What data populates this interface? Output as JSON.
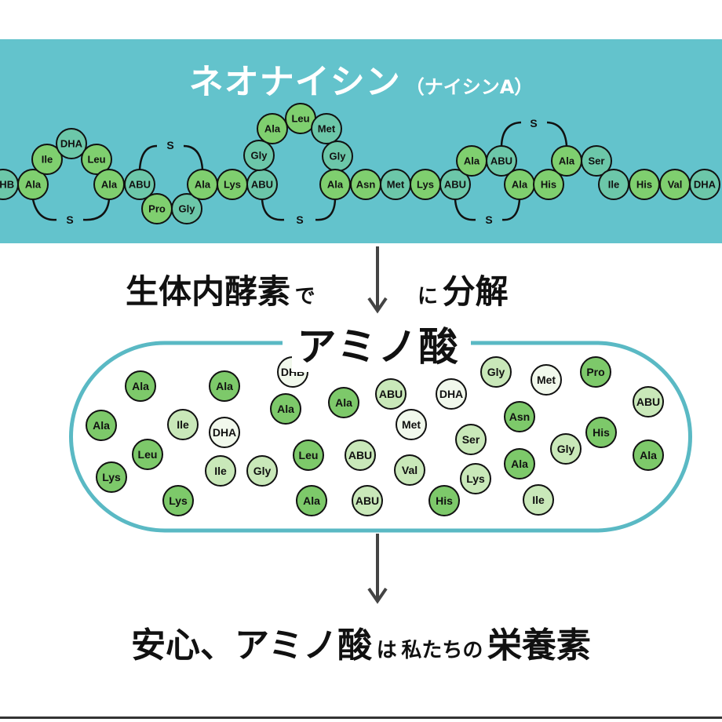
{
  "colors": {
    "band": "#63c3cc",
    "chain_green": "#7fcf6f",
    "chain_teal": "#6cc7a9",
    "free_dark": "#7dc96a",
    "free_light": "#c9e8b9",
    "free_pale": "#f1f8ec",
    "capsule_outline": "#5ab9c4",
    "arrow": "#444444"
  },
  "header": {
    "title": "ネオナイシン",
    "subtitle": "（ナイシンA）"
  },
  "peptide_chain": {
    "bridge_label": "S",
    "residues": [
      {
        "name": "DHB",
        "type": "teal"
      },
      {
        "name": "Ala",
        "type": "green"
      },
      {
        "name": "Ile",
        "type": "green"
      },
      {
        "name": "DHA",
        "type": "teal"
      },
      {
        "name": "Leu",
        "type": "green"
      },
      {
        "name": "Ala",
        "type": "green"
      },
      {
        "name": "ABU",
        "type": "teal"
      },
      {
        "name": "Pro",
        "type": "green"
      },
      {
        "name": "Gly",
        "type": "teal"
      },
      {
        "name": "Ala",
        "type": "green"
      },
      {
        "name": "Lys",
        "type": "green"
      },
      {
        "name": "ABU",
        "type": "teal"
      },
      {
        "name": "Gly",
        "type": "teal"
      },
      {
        "name": "Ala",
        "type": "green"
      },
      {
        "name": "Leu",
        "type": "green"
      },
      {
        "name": "Met",
        "type": "teal"
      },
      {
        "name": "Gly",
        "type": "teal"
      },
      {
        "name": "Ala",
        "type": "green"
      },
      {
        "name": "Asn",
        "type": "green"
      },
      {
        "name": "Met",
        "type": "teal"
      },
      {
        "name": "Lys",
        "type": "green"
      },
      {
        "name": "ABU",
        "type": "teal"
      },
      {
        "name": "Ala",
        "type": "green"
      },
      {
        "name": "ABU",
        "type": "teal"
      },
      {
        "name": "Ala",
        "type": "green"
      },
      {
        "name": "His",
        "type": "green"
      },
      {
        "name": "Ala",
        "type": "green"
      },
      {
        "name": "Ser",
        "type": "teal"
      },
      {
        "name": "Ile",
        "type": "teal"
      },
      {
        "name": "His",
        "type": "green"
      },
      {
        "name": "Val",
        "type": "green"
      },
      {
        "name": "DHA",
        "type": "teal"
      }
    ]
  },
  "process": {
    "line1_left": "生体内酵素",
    "line1_particle1": "で",
    "line1_particle2": "に",
    "line1_right": "分解",
    "amino_label": "アミノ酸"
  },
  "free_amino_acids": [
    {
      "name": "Ala",
      "shade": "dark"
    },
    {
      "name": "Ala",
      "shade": "dark"
    },
    {
      "name": "DHB",
      "shade": "pale"
    },
    {
      "name": "Gly",
      "shade": "light"
    },
    {
      "name": "Met",
      "shade": "pale"
    },
    {
      "name": "Pro",
      "shade": "dark"
    },
    {
      "name": "Ala",
      "shade": "dark"
    },
    {
      "name": "Ile",
      "shade": "light"
    },
    {
      "name": "DHA",
      "shade": "pale"
    },
    {
      "name": "Ala",
      "shade": "dark"
    },
    {
      "name": "Ala",
      "shade": "dark"
    },
    {
      "name": "ABU",
      "shade": "light"
    },
    {
      "name": "DHA",
      "shade": "pale"
    },
    {
      "name": "ABU",
      "shade": "light"
    },
    {
      "name": "Met",
      "shade": "pale"
    },
    {
      "name": "Asn",
      "shade": "dark"
    },
    {
      "name": "Ser",
      "shade": "light"
    },
    {
      "name": "His",
      "shade": "dark"
    },
    {
      "name": "Leu",
      "shade": "dark"
    },
    {
      "name": "Lys",
      "shade": "dark"
    },
    {
      "name": "Ile",
      "shade": "light"
    },
    {
      "name": "Gly",
      "shade": "light"
    },
    {
      "name": "Leu",
      "shade": "dark"
    },
    {
      "name": "ABU",
      "shade": "light"
    },
    {
      "name": "Val",
      "shade": "light"
    },
    {
      "name": "Gly",
      "shade": "light"
    },
    {
      "name": "Ala",
      "shade": "dark"
    },
    {
      "name": "Ala",
      "shade": "dark"
    },
    {
      "name": "Lys",
      "shade": "dark"
    },
    {
      "name": "Lys",
      "shade": "light"
    },
    {
      "name": "Ala",
      "shade": "dark"
    },
    {
      "name": "ABU",
      "shade": "light"
    },
    {
      "name": "His",
      "shade": "dark"
    },
    {
      "name": "Ile",
      "shade": "light"
    }
  ],
  "conclusion": {
    "part1": "安心、アミノ酸",
    "part2": "は",
    "part3": "私たちの",
    "part4": "栄養素"
  }
}
